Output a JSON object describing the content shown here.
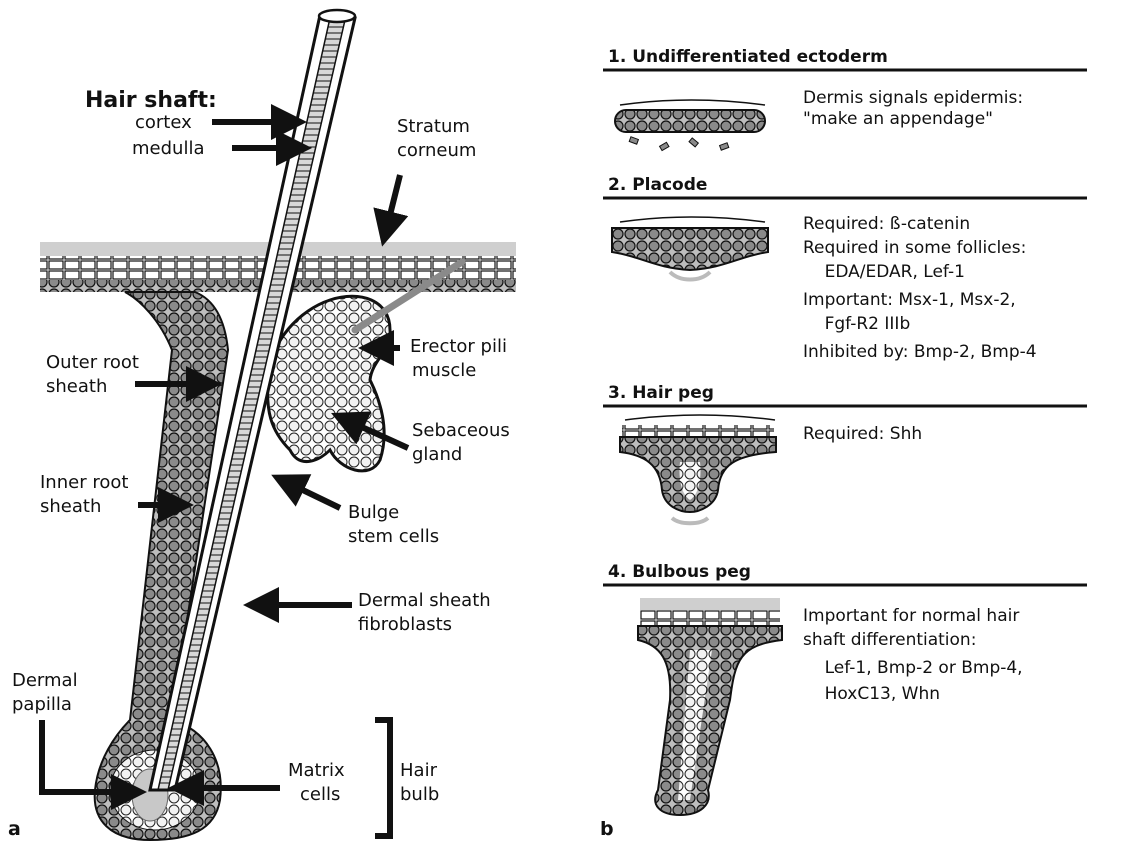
{
  "panel_a": {
    "letter": "a",
    "labels": {
      "hair_shaft": "Hair shaft:",
      "cortex": "cortex",
      "medulla": "medulla",
      "stratum_corneum": [
        "Stratum",
        "corneum"
      ],
      "outer_root_sheath": [
        "Outer root",
        "sheath"
      ],
      "erector_pili": [
        "Erector pili",
        "muscle"
      ],
      "sebaceous_gland": [
        "Sebaceous",
        "gland"
      ],
      "inner_root_sheath": [
        "Inner root",
        "sheath"
      ],
      "bulge": [
        "Bulge",
        "stem cells"
      ],
      "dermal_sheath": [
        "Dermal sheath",
        "fibroblasts"
      ],
      "dermal_papilla": [
        "Dermal",
        "papilla"
      ],
      "matrix": [
        "Matrix",
        "cells"
      ],
      "hair_bulb": [
        "Hair",
        "bulb"
      ]
    }
  },
  "panel_b": {
    "letter": "b",
    "stages": [
      {
        "title": "1. Undifferentiated ectoderm",
        "lines": [
          "Dermis signals epidermis:",
          "\"make an appendage\""
        ]
      },
      {
        "title": "2. Placode",
        "lines": [
          "Required: ß-catenin",
          "Required in some follicles:",
          "    EDA/EDAR, Lef-1",
          "Important: Msx-1, Msx-2,",
          "    Fgf-R2 IIIb",
          "Inhibited by: Bmp-2, Bmp-4"
        ]
      },
      {
        "title": "3. Hair peg",
        "lines": [
          "Required: Shh"
        ]
      },
      {
        "title": "4. Bulbous peg",
        "lines": [
          "Important for normal hair",
          "shaft differentiation:",
          "    Lef-1, Bmp-2 or Bmp-4,",
          "    HoxC13, Whn"
        ]
      }
    ]
  },
  "colors": {
    "ink": "#111111",
    "cell_gray": "#8a8a8a",
    "light_gray": "#c8c8c8",
    "pale": "#e6e6e6"
  }
}
